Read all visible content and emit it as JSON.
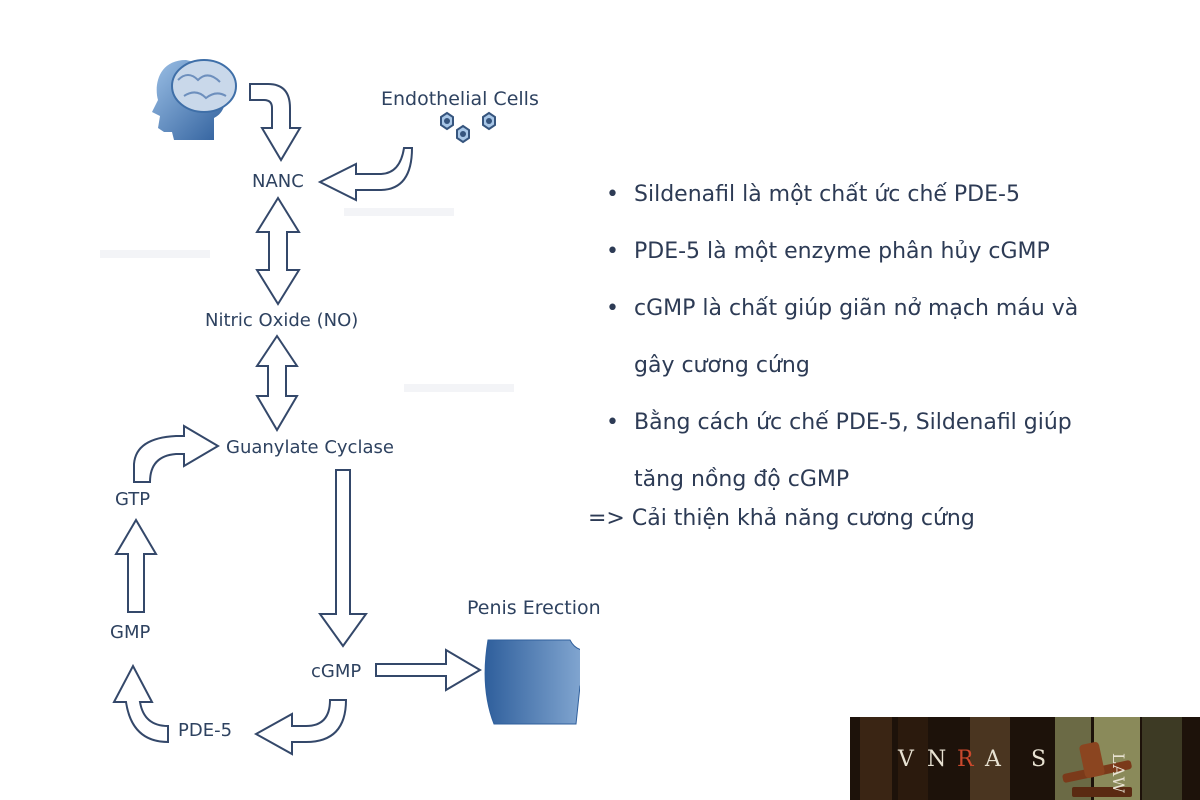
{
  "diagram": {
    "nodes": {
      "nanc": "NANC",
      "endothelial": "Endothelial Cells",
      "no": "Nitric Oxide (NO)",
      "guanylate": "Guanylate Cyclase",
      "gtp": "GTP",
      "gmp": "GMP",
      "cgmp": "cGMP",
      "pde5": "PDE-5",
      "penis": "Penis Erection"
    },
    "icons": [
      "brain-head-icon",
      "endothelial-cells-icon",
      "penis-erection-icon"
    ]
  },
  "notes": {
    "bullets": [
      "Sildenafil là một chất ức chế PDE-5",
      "PDE-5 là một enzyme phân hủy cGMP",
      "cGMP là chất giúp giãn nở mạch máu và gây cương cứng",
      "Bằng cách ức chế PDE-5, Sildenafil giúp tăng nồng độ cGMP"
    ],
    "conclusion": "=> Cải thiện khả năng cương cứng"
  },
  "logo": {
    "letters": [
      "V",
      "N",
      "R",
      "A",
      "S"
    ],
    "side_text": "LAW"
  },
  "colors": {
    "text": "#2e4260",
    "arrow_stroke": "#34486a",
    "icon_blue": "#3f6fa8",
    "logo_bg": "#1d120a"
  }
}
